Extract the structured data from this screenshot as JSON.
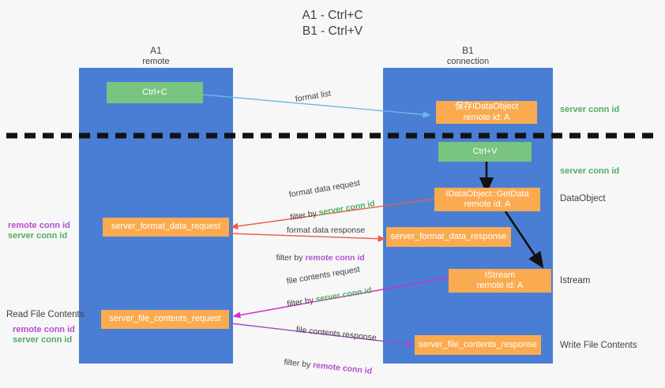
{
  "title": {
    "line1": "A1 - Ctrl+C",
    "line2": "B1 - Ctrl+V"
  },
  "lanes": [
    {
      "id": "a",
      "name": "A1",
      "subtitle": "remote"
    },
    {
      "id": "b",
      "name": "B1",
      "subtitle": "connection"
    }
  ],
  "nodes": {
    "ctrl_c": {
      "label": "Ctrl+C",
      "color": "#79c47e"
    },
    "ctrl_v": {
      "label": "Ctrl+V",
      "color": "#79c47e"
    },
    "save_dataobject": {
      "line1": "保存IDataObject",
      "line2": "remote id: A",
      "color": "#fbab4f"
    },
    "getdata": {
      "line1": "IDataObject::GetData",
      "line2": "remote id: A",
      "color": "#fbab4f"
    },
    "istream": {
      "line1": "IStream",
      "line2": "remote id: A",
      "color": "#fbab4f"
    },
    "fmt_req": {
      "label": "server_format_data_request",
      "color": "#fbab4f"
    },
    "fmt_resp": {
      "label": "server_format_data_response",
      "color": "#fbab4f"
    },
    "file_req": {
      "label": "server_file_contents_request",
      "color": "#fbab4f"
    },
    "file_resp": {
      "label": "server_file_contents_response",
      "color": "#fbab4f"
    }
  },
  "side_labels": {
    "server_conn_id_1": "server conn id",
    "server_conn_id_2": "server conn id",
    "dataobject": "DataObject",
    "istream": "Istream",
    "write_file_contents": "Write File Contents",
    "read_file_contents": "Read File Contents"
  },
  "left_legend": {
    "fmt_remote": "remote conn id",
    "fmt_server": "server conn id",
    "file_remote": "remote conn id",
    "file_server": "server conn id"
  },
  "edges": {
    "format_list": {
      "text": "format list"
    },
    "format_data_request": {
      "text": "format data request",
      "filter_prefix": "filter by ",
      "filter_value": "server conn id"
    },
    "format_data_response": {
      "text": "format data response",
      "filter_prefix": "filter by ",
      "filter_value": "remote conn id"
    },
    "file_contents_request": {
      "text": "file contents request",
      "filter_prefix": "filter by ",
      "filter_value": "server conn id"
    },
    "file_contents_response": {
      "text": "file contents response",
      "filter_prefix": "filter by ",
      "filter_value": "remote conn id"
    }
  },
  "colors": {
    "lane": "#4a7ed4",
    "orange": "#fbab4f",
    "green_box": "#79c47e",
    "green_text": "#4fae5f",
    "purple_text": "#b44fcf",
    "arrow_lightblue": "#6cb6e8",
    "arrow_red": "#e8604c",
    "arrow_magenta": "#d42bc8",
    "arrow_purple": "#9b4fc4",
    "arrow_black": "#111111",
    "background": "#f7f7f7"
  }
}
